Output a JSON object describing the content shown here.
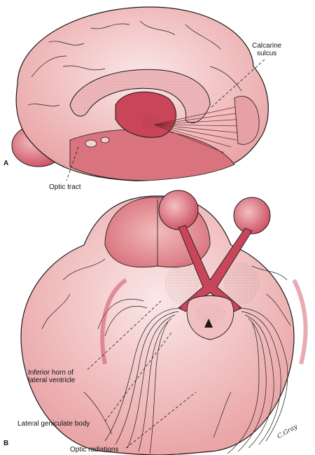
{
  "panels": {
    "a": "A",
    "b": "B"
  },
  "labels": {
    "calcarine": "Calcarine\nsulcus",
    "optic_tract": "Optic tract",
    "inferior_horn": "Inferior horn of\nlateral ventricle",
    "lateral_geniculate": "Lateral geniculate body",
    "optic_radiations": "Optic radiations"
  },
  "signature": "C.Gray",
  "colors": {
    "tissue": "#e8a0a0",
    "tissue_light": "#f4d0d0",
    "tissue_dark": "#c84a5a",
    "outline": "#1a1a1a"
  }
}
